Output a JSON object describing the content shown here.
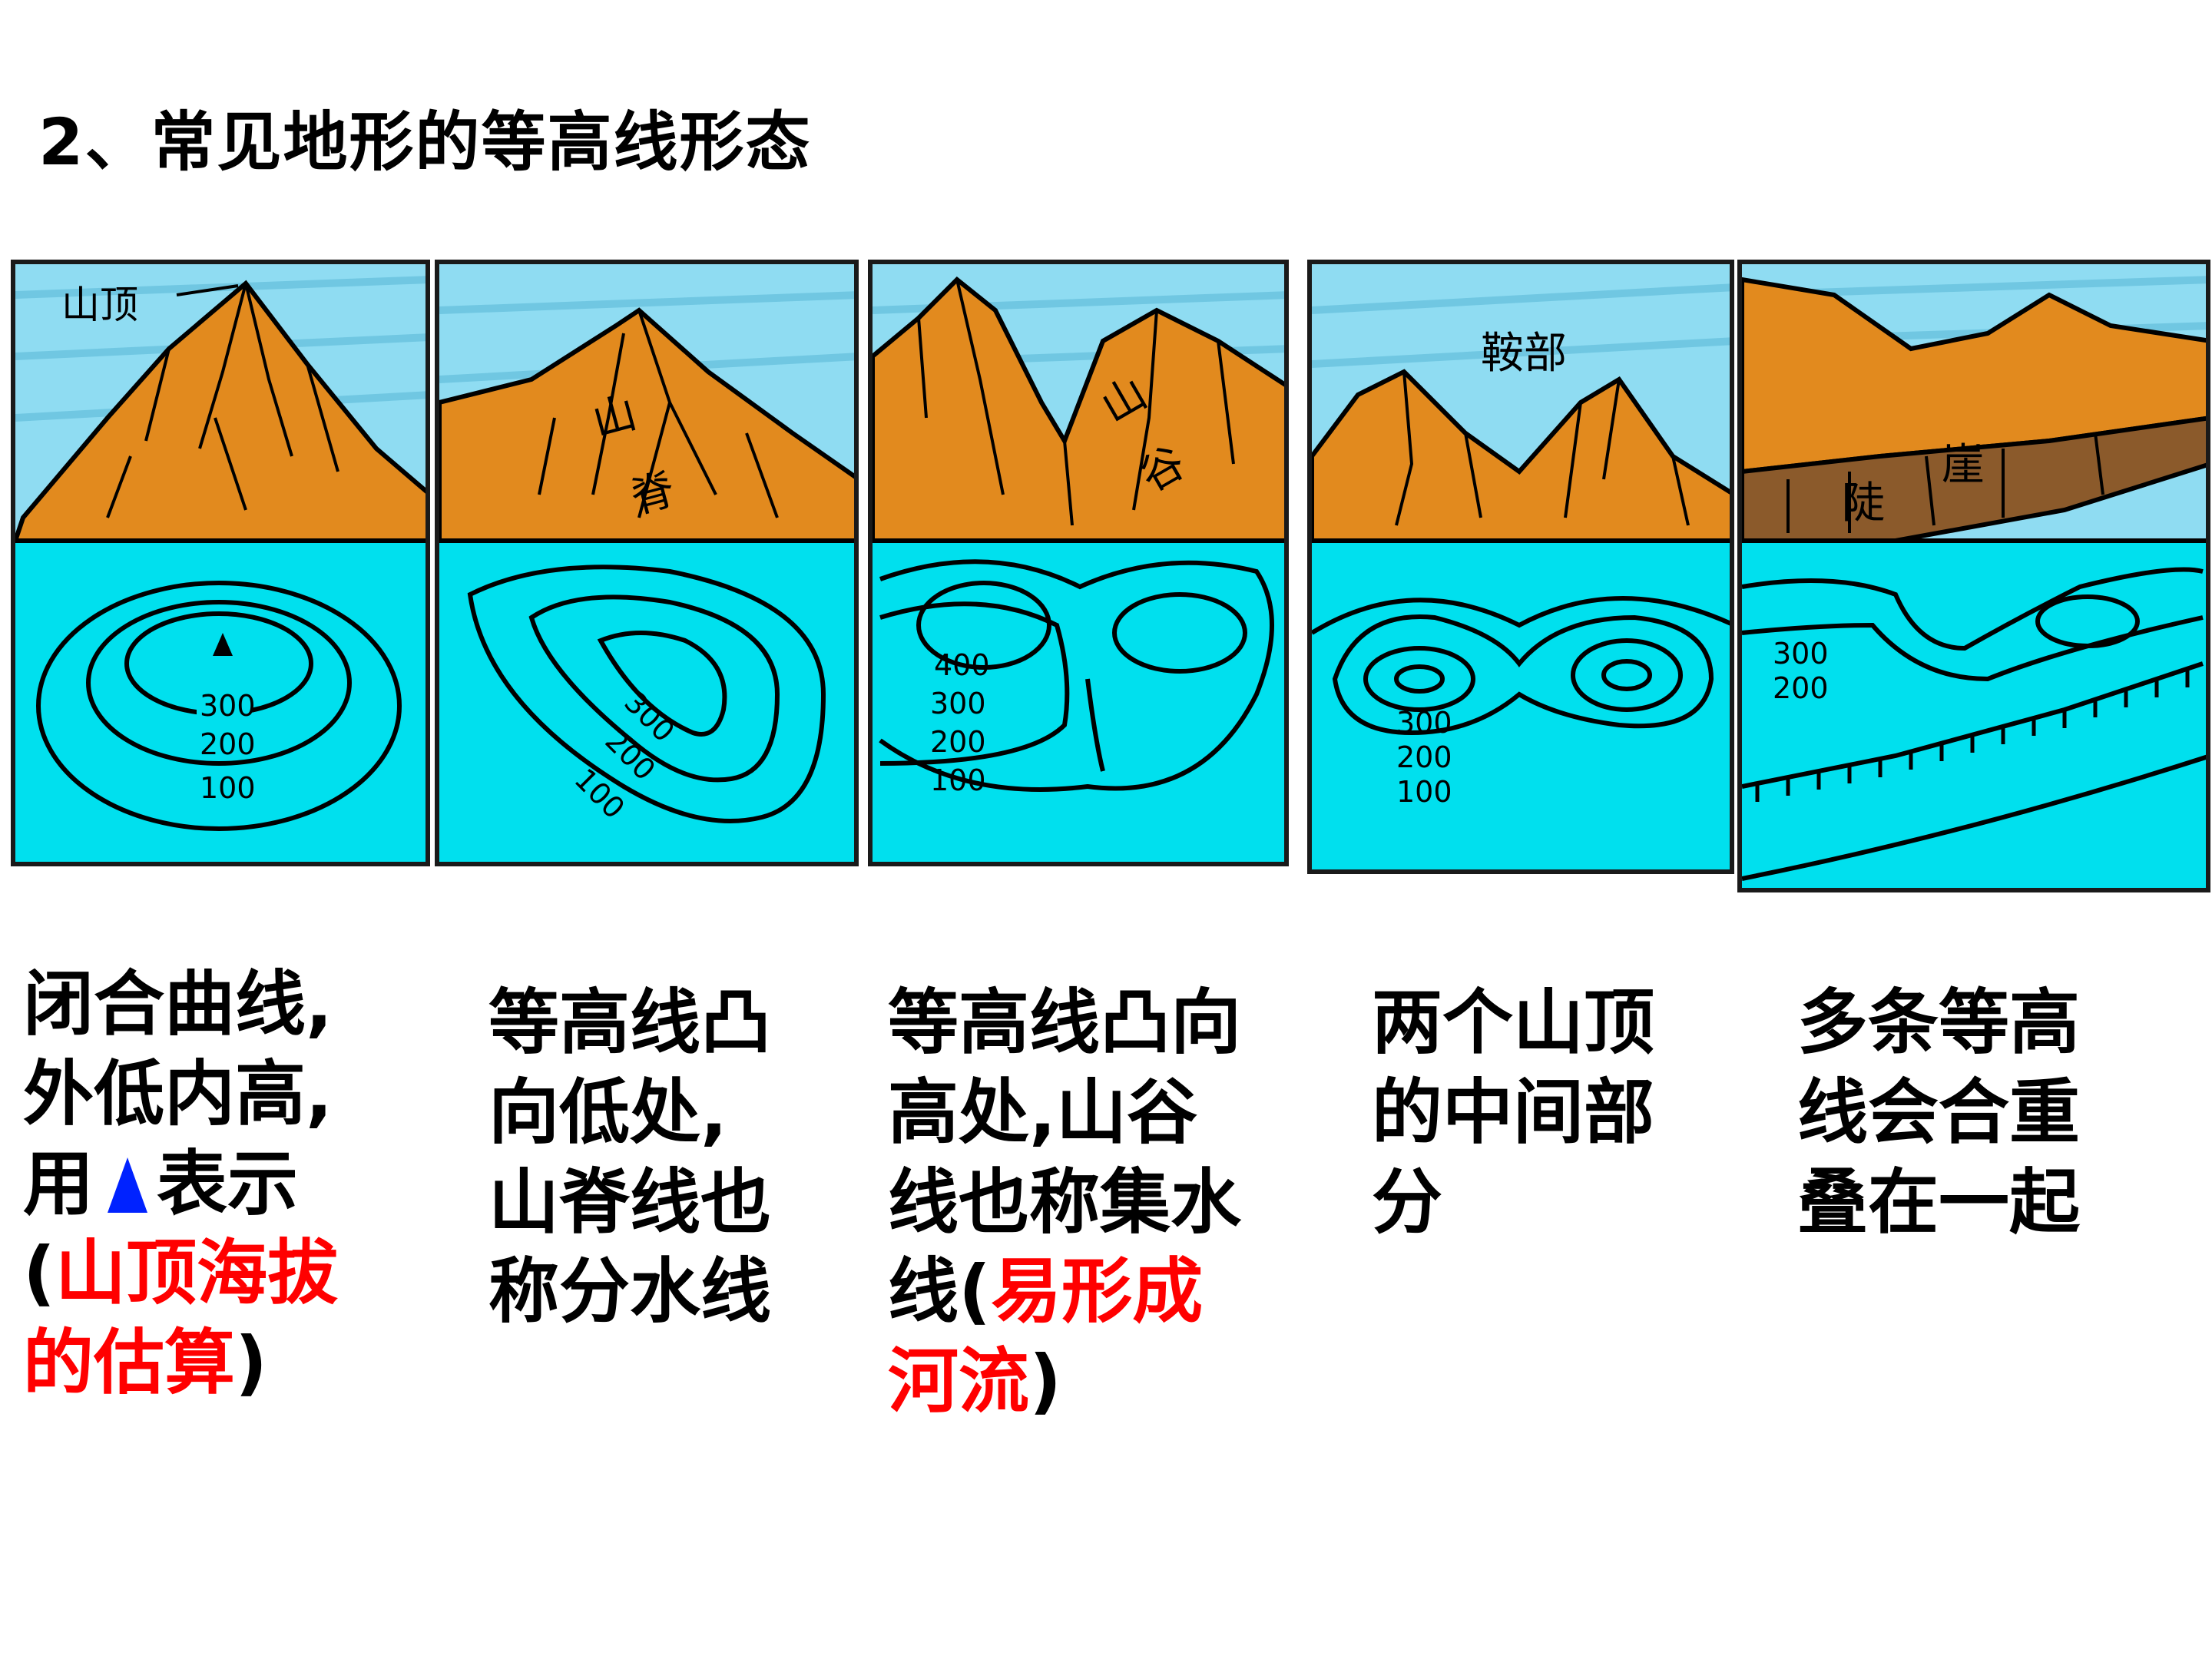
{
  "title": "2、常见地形的等高线形态",
  "panels": [
    {
      "name": "summit",
      "labels": [
        "山顶"
      ],
      "contours": [
        "300",
        "200",
        "100"
      ]
    },
    {
      "name": "ridge",
      "labels": [
        "山",
        "脊"
      ],
      "contours": [
        "300",
        "200",
        "100"
      ]
    },
    {
      "name": "valley",
      "labels": [
        "山",
        "谷"
      ],
      "contours": [
        "400",
        "300",
        "200",
        "100"
      ]
    },
    {
      "name": "saddle",
      "labels": [
        "鞍部"
      ],
      "contours": [
        "300",
        "200",
        "100"
      ]
    },
    {
      "name": "cliff",
      "labels": [
        "陡",
        "崖"
      ],
      "contours": [
        "300",
        "200"
      ]
    }
  ],
  "descriptions": [
    {
      "lines": [
        "闭合曲线,",
        "外低内高,"
      ],
      "line3_prefix": "用",
      "line3_suffix": "表示",
      "paren_open": "(",
      "red": [
        "山顶海拔",
        "的估算"
      ],
      "paren_close": ")"
    },
    {
      "lines": [
        "等高线凸",
        "向低处,",
        "山脊线也",
        "称分水线"
      ]
    },
    {
      "lines": [
        "等高线凸向",
        "高处,山谷",
        "线也称集水"
      ],
      "line4_prefix": "线(",
      "red": [
        "易形成",
        "河流"
      ],
      "paren_close": ")"
    },
    {
      "lines": [
        "两个山顶",
        "的中间部",
        "分"
      ]
    },
    {
      "lines": [
        "多条等高",
        "线会合重",
        "叠在一起"
      ]
    }
  ],
  "colors": {
    "sky": "#8fdcf2",
    "mountain": "#e28a1e",
    "cliff": "#8b5a2b",
    "water": "#00e0ee",
    "red": "#ff0000",
    "triangle": "#0022ff"
  }
}
